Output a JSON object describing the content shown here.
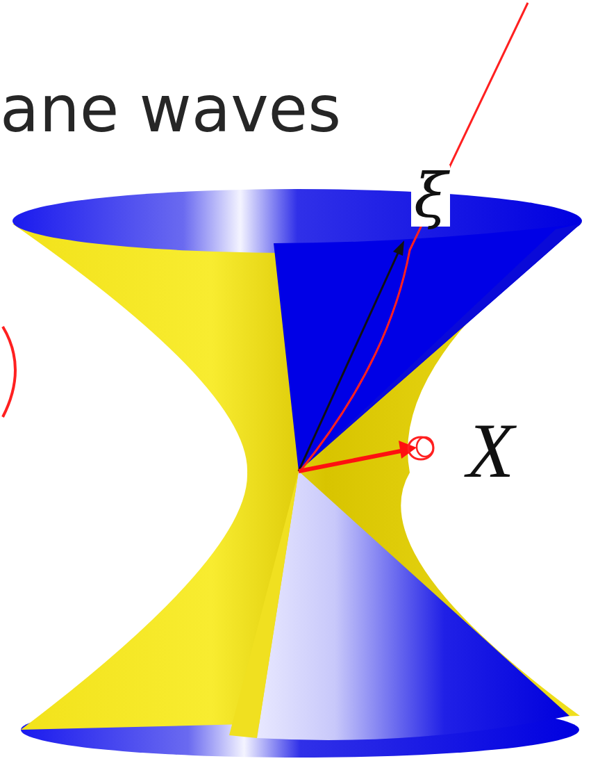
{
  "diagram": {
    "labels": [
      "ane waves",
      "ξ",
      "X"
    ]
  }
}
